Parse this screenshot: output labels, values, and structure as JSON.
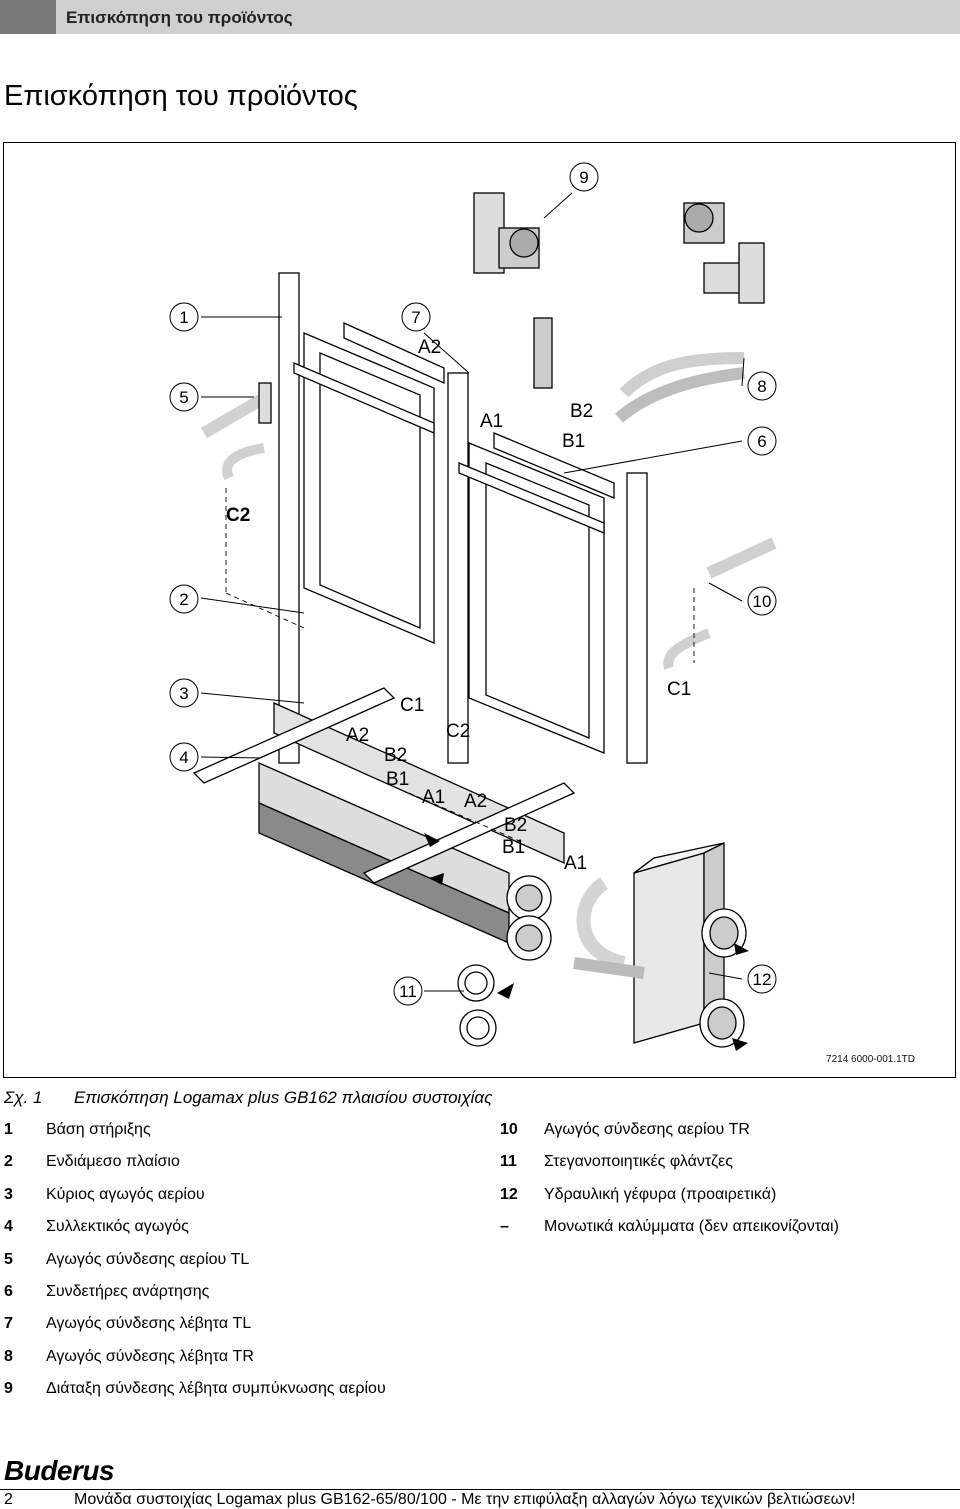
{
  "header": {
    "title": "Επισκόπηση του προϊόντος"
  },
  "page_title": "Επισκόπηση του προϊόντος",
  "figure": {
    "code": "7214 6000-001.1TD",
    "callouts": [
      "1",
      "2",
      "3",
      "4",
      "5",
      "6",
      "7",
      "8",
      "9",
      "10",
      "11",
      "12"
    ],
    "labels": {
      "a2_top": "A2",
      "a1_top": "A1",
      "b2_top": "B2",
      "b1_top": "B1",
      "c2_left": "C2",
      "c1_right": "C1",
      "c1_mid": "C1",
      "c2_mid": "C2",
      "a2_mid": "A2",
      "b2_mid": "B2",
      "b1_mid": "B1",
      "a1_mid": "A1",
      "a2_low": "A2",
      "b2_low": "B2",
      "b1_low": "B1",
      "a1_low": "A1"
    }
  },
  "caption": {
    "label": "Σχ. 1",
    "text": "Επισκόπηση Logamax plus GB162 πλαισίου συστοιχίας"
  },
  "legend_left": [
    {
      "num": "1",
      "text": "Βάση στήριξης"
    },
    {
      "num": "2",
      "text": "Ενδιάμεσο πλαίσιο"
    },
    {
      "num": "3",
      "text": "Κύριος αγωγός αερίου"
    },
    {
      "num": "4",
      "text": "Συλλεκτικός αγωγός"
    },
    {
      "num": "5",
      "text": "Αγωγός σύνδεσης αερίου TL"
    },
    {
      "num": "6",
      "text": "Συνδετήρες ανάρτησης"
    },
    {
      "num": "7",
      "text": "Αγωγός σύνδεσης λέβητα TL"
    },
    {
      "num": "8",
      "text": "Αγωγός σύνδεσης λέβητα TR"
    },
    {
      "num": "9",
      "text": "Διάταξη σύνδεσης λέβητα συμπύκνωσης αερίου"
    }
  ],
  "legend_right": [
    {
      "num": "10",
      "text": "Αγωγός σύνδεσης αερίου TR"
    },
    {
      "num": "11",
      "text": "Στεγανοποιητικές φλάντζες"
    },
    {
      "num": "12",
      "text": "Υδραυλική γέφυρα (προαιρετικά)"
    },
    {
      "num": "–",
      "text": "Μονωτικά καλύμματα (δεν απεικονίζονται)"
    }
  ],
  "footer": {
    "brand": "Buderus",
    "page": "2",
    "text": "Μονάδα συστοιχίας Logamax plus GB162-65/80/100 - Με την επιφύλαξη αλλαγών λόγω τεχνικών βελτιώσεων!"
  },
  "colors": {
    "header_bar": "#cfcfcf",
    "header_square": "#7a7a7a",
    "pipe_dark": "#777777",
    "pipe_light": "#d8d8d8"
  }
}
